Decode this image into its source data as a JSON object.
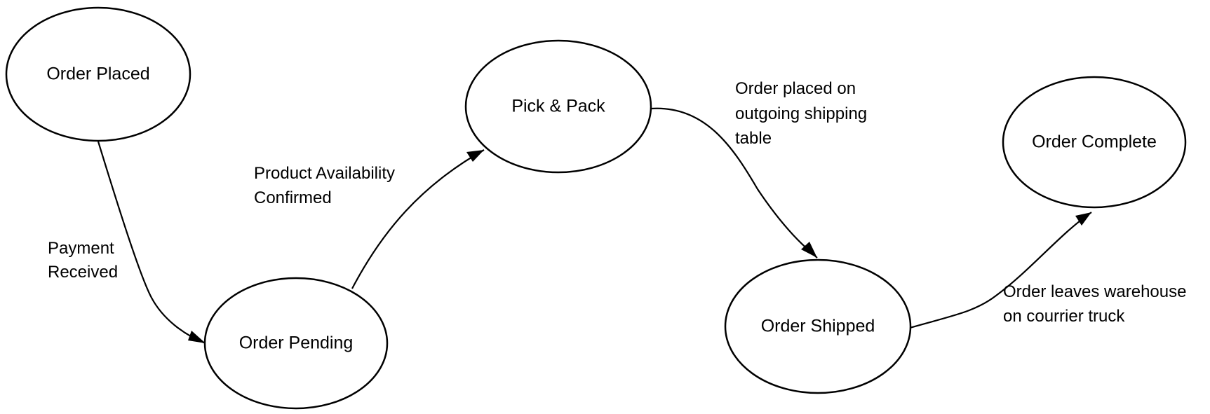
{
  "states": [
    {
      "id": "order-placed",
      "label": "Order Placed"
    },
    {
      "id": "order-pending",
      "label": "Order Pending"
    },
    {
      "id": "pick-pack",
      "label": "Pick & Pack"
    },
    {
      "id": "order-shipped",
      "label": "Order Shipped"
    },
    {
      "id": "order-complete",
      "label": "Order Complete"
    }
  ],
  "transitions": [
    {
      "from": "order-placed",
      "to": "order-pending",
      "label_lines": [
        "Payment",
        "Received"
      ]
    },
    {
      "from": "order-pending",
      "to": "pick-pack",
      "label_lines": [
        "Product Availability",
        "Confirmed"
      ]
    },
    {
      "from": "pick-pack",
      "to": "order-shipped",
      "label_lines": [
        "Order placed on",
        "outgoing shipping",
        "table"
      ]
    },
    {
      "from": "order-shipped",
      "to": "order-complete",
      "label_lines": [
        "Order leaves warehouse",
        "on courrier truck"
      ]
    }
  ]
}
